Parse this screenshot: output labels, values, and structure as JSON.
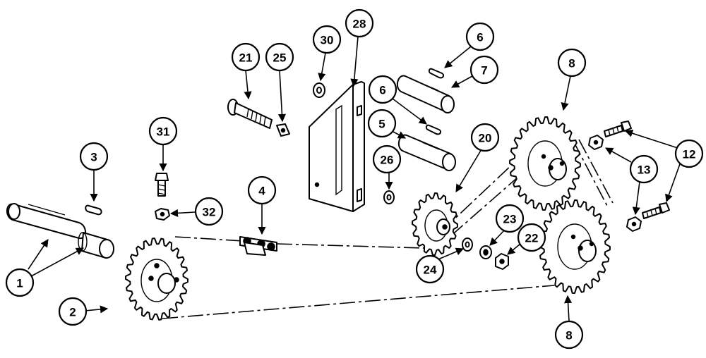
{
  "diagram": {
    "callouts": [
      {
        "id": "c1",
        "label": "1"
      },
      {
        "id": "c2",
        "label": "2"
      },
      {
        "id": "c3",
        "label": "3"
      },
      {
        "id": "c4",
        "label": "4"
      },
      {
        "id": "c5",
        "label": "5"
      },
      {
        "id": "c6a",
        "label": "6"
      },
      {
        "id": "c6b",
        "label": "6"
      },
      {
        "id": "c7",
        "label": "7"
      },
      {
        "id": "c8a",
        "label": "8"
      },
      {
        "id": "c8b",
        "label": "8"
      },
      {
        "id": "c12",
        "label": "12"
      },
      {
        "id": "c13",
        "label": "13"
      },
      {
        "id": "c20",
        "label": "20"
      },
      {
        "id": "c21",
        "label": "21"
      },
      {
        "id": "c22",
        "label": "22"
      },
      {
        "id": "c23",
        "label": "23"
      },
      {
        "id": "c24",
        "label": "24"
      },
      {
        "id": "c25",
        "label": "25"
      },
      {
        "id": "c26",
        "label": "26"
      },
      {
        "id": "c28",
        "label": "28"
      },
      {
        "id": "c30",
        "label": "30"
      },
      {
        "id": "c31",
        "label": "31"
      },
      {
        "id": "c32",
        "label": "32"
      }
    ]
  }
}
